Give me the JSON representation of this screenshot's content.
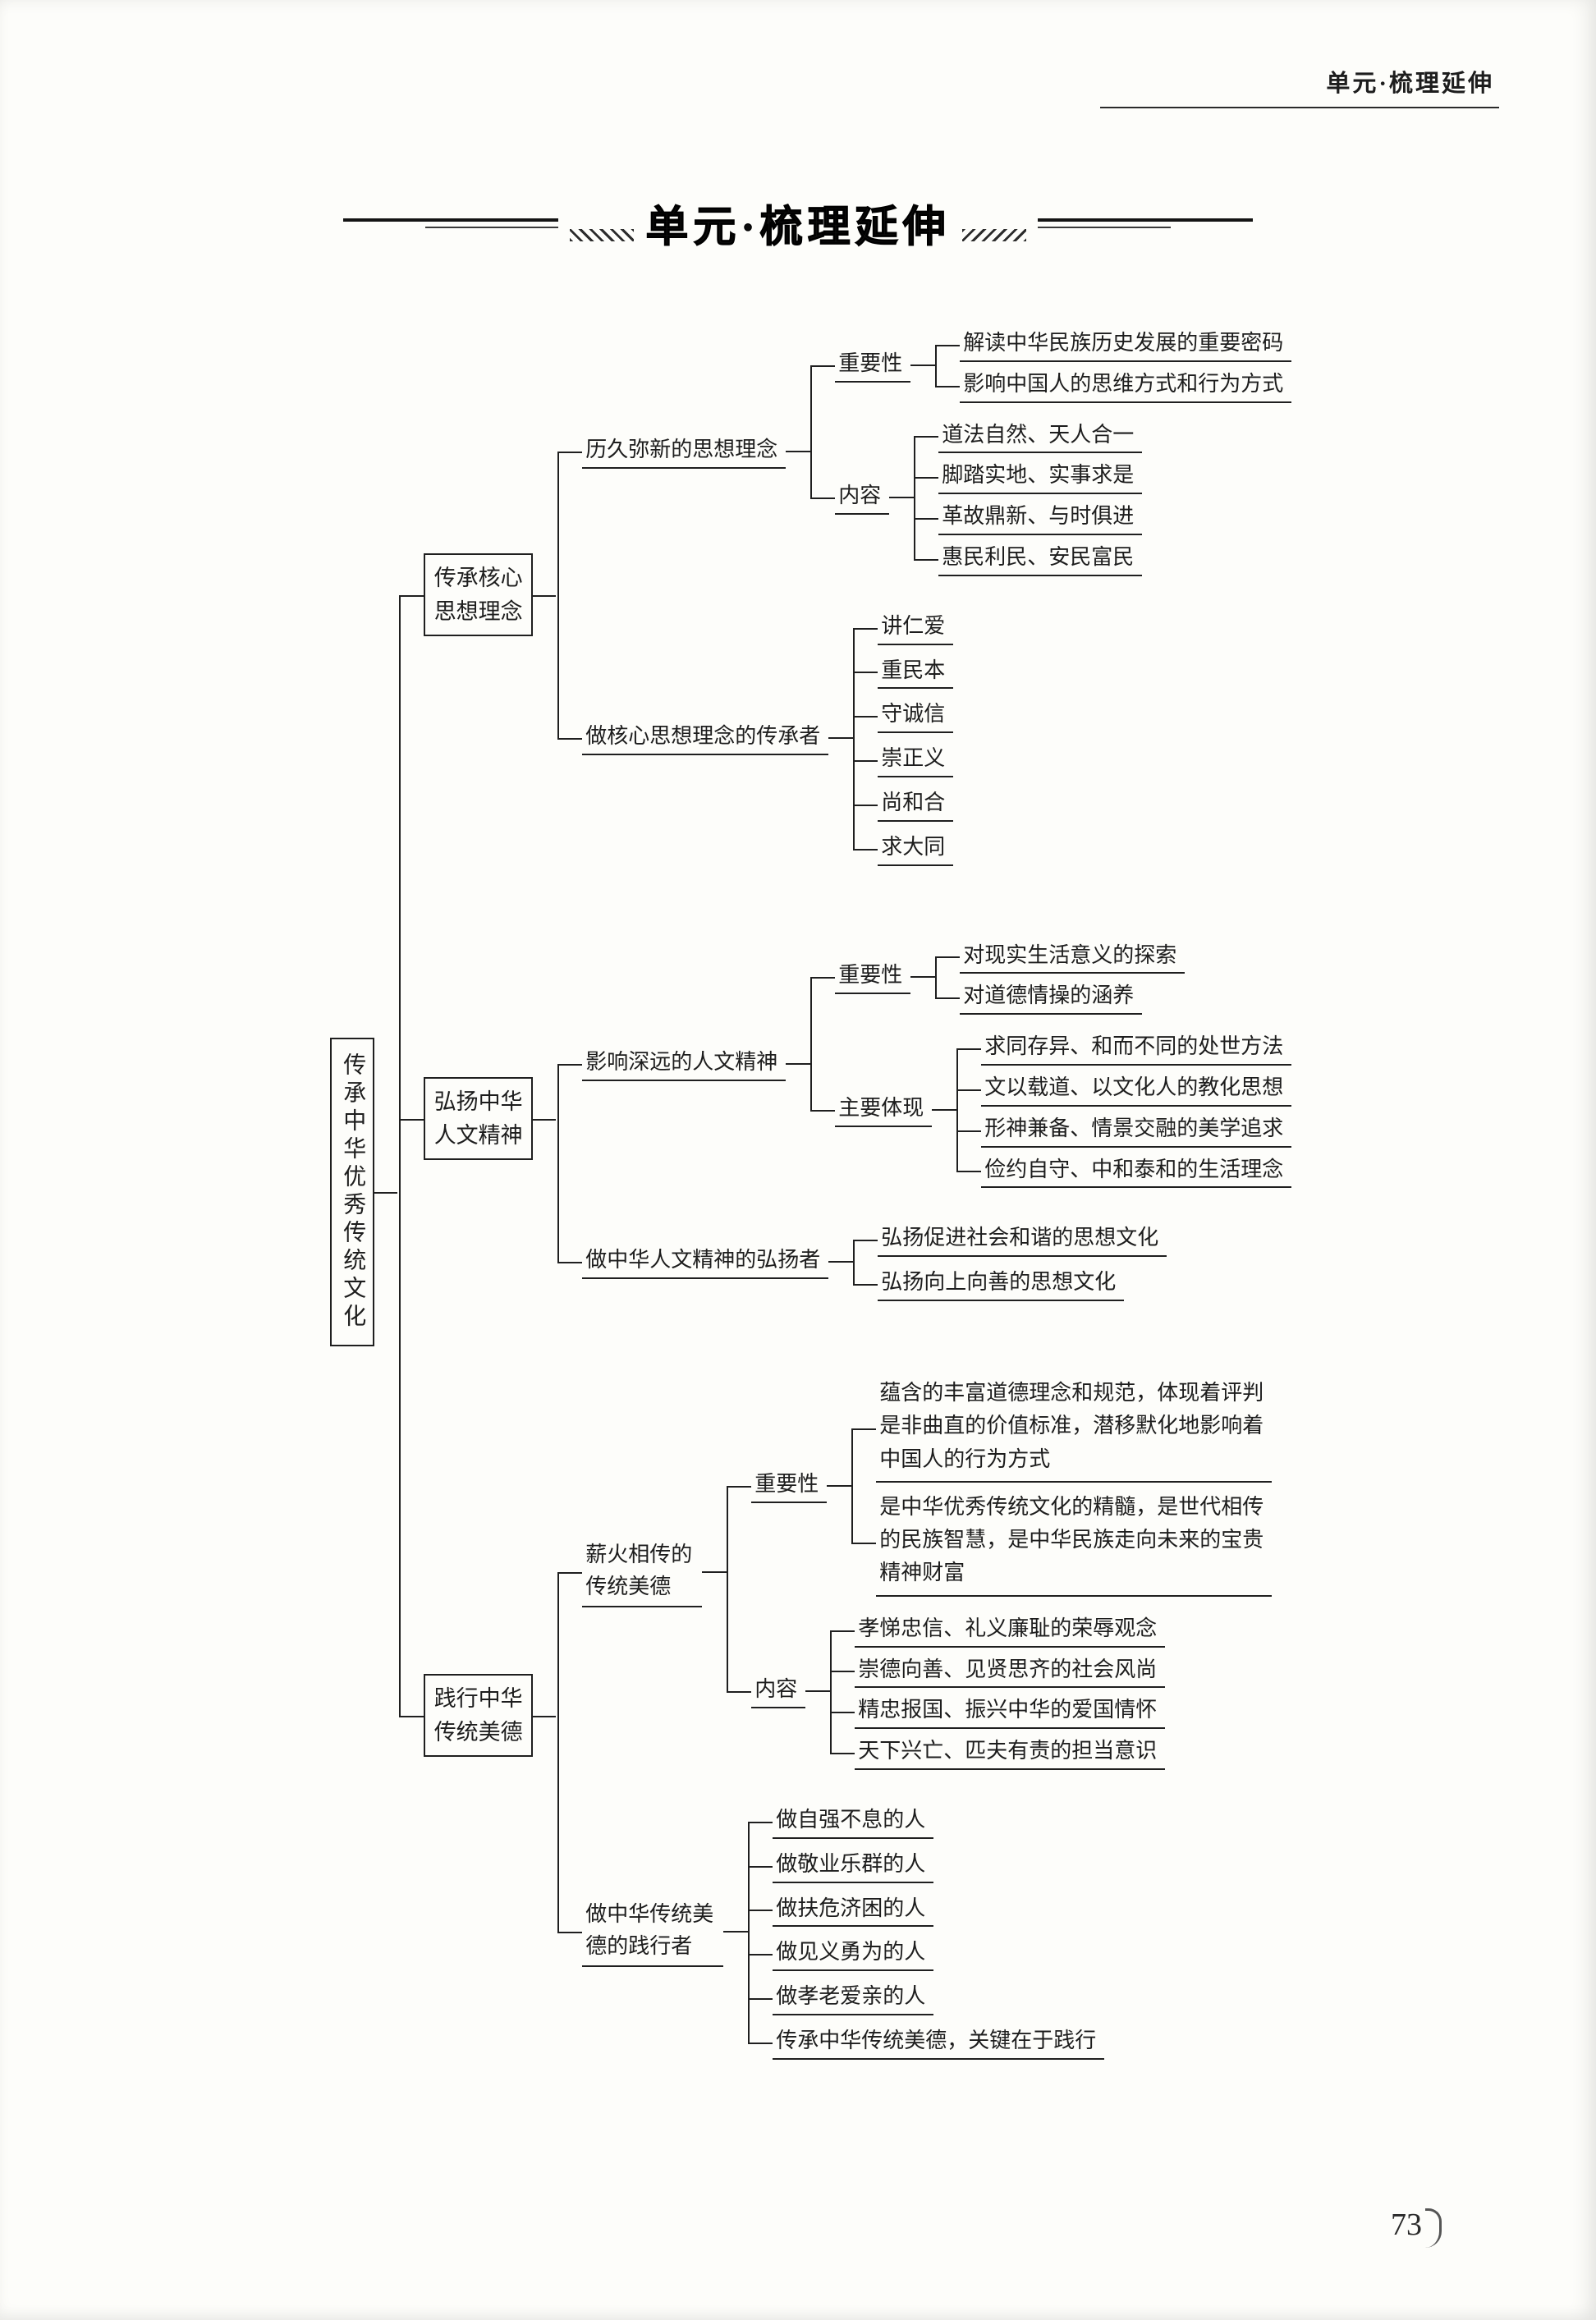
{
  "page": {
    "corner_header": "单元·梳理延伸",
    "title": "单元·梳理延伸",
    "page_number": "73"
  },
  "mindmap": {
    "root": {
      "label": "传承中华优秀传统文化",
      "variant": "root",
      "children": [
        {
          "label": "传承核心思想理念",
          "variant": "branch",
          "children": [
            {
              "label": "历久弥新的思想理念",
              "children": [
                {
                  "label": "重要性",
                  "children": [
                    {
                      "label": "解读中华民族历史发展的重要密码"
                    },
                    {
                      "label": "影响中国人的思维方式和行为方式"
                    }
                  ]
                },
                {
                  "label": "内容",
                  "children": [
                    {
                      "label": "道法自然、天人合一"
                    },
                    {
                      "label": "脚踏实地、实事求是"
                    },
                    {
                      "label": "革故鼎新、与时俱进"
                    },
                    {
                      "label": "惠民利民、安民富民"
                    }
                  ]
                }
              ]
            },
            {
              "label": "做核心思想理念的传承者",
              "children": [
                {
                  "label": "讲仁爱"
                },
                {
                  "label": "重民本"
                },
                {
                  "label": "守诚信"
                },
                {
                  "label": "崇正义"
                },
                {
                  "label": "尚和合"
                },
                {
                  "label": "求大同"
                }
              ]
            }
          ]
        },
        {
          "label": "弘扬中华人文精神",
          "variant": "branch",
          "children": [
            {
              "label": "影响深远的人文精神",
              "children": [
                {
                  "label": "重要性",
                  "children": [
                    {
                      "label": "对现实生活意义的探索"
                    },
                    {
                      "label": "对道德情操的涵养"
                    }
                  ]
                },
                {
                  "label": "主要体现",
                  "children": [
                    {
                      "label": "求同存异、和而不同的处世方法"
                    },
                    {
                      "label": "文以载道、以文化人的教化思想"
                    },
                    {
                      "label": "形神兼备、情景交融的美学追求"
                    },
                    {
                      "label": "俭约自守、中和泰和的生活理念"
                    }
                  ]
                }
              ]
            },
            {
              "label": "做中华人文精神的弘扬者",
              "children": [
                {
                  "label": "弘扬促进社会和谐的思想文化"
                },
                {
                  "label": "弘扬向上向善的思想文化"
                }
              ]
            }
          ]
        },
        {
          "label": "践行中华传统美德",
          "variant": "branch",
          "children": [
            {
              "label": "薪火相传的传统美德",
              "variant": "label-5",
              "children": [
                {
                  "label": "重要性",
                  "children": [
                    {
                      "label": "蕴含的丰富道德理念和规范，体现着评判是非曲直的价值标准，潜移默化地影响着中国人的行为方式",
                      "variant": "para"
                    },
                    {
                      "label": "是中华优秀传统文化的精髓，是世代相传的民族智慧，是中华民族走向未来的宝贵精神财富",
                      "variant": "para"
                    }
                  ]
                },
                {
                  "label": "内容",
                  "children": [
                    {
                      "label": "孝悌忠信、礼义廉耻的荣辱观念"
                    },
                    {
                      "label": "崇德向善、见贤思齐的社会风尚"
                    },
                    {
                      "label": "精忠报国、振兴中华的爱国情怀"
                    },
                    {
                      "label": "天下兴亡、匹夫有责的担当意识"
                    }
                  ]
                }
              ]
            },
            {
              "label": "做中华传统美德的践行者",
              "variant": "label-6",
              "children": [
                {
                  "label": "做自强不息的人"
                },
                {
                  "label": "做敬业乐群的人"
                },
                {
                  "label": "做扶危济困的人"
                },
                {
                  "label": "做见义勇为的人"
                },
                {
                  "label": "做孝老爱亲的人"
                },
                {
                  "label": "传承中华传统美德，关键在于践行"
                }
              ]
            }
          ]
        }
      ]
    }
  }
}
